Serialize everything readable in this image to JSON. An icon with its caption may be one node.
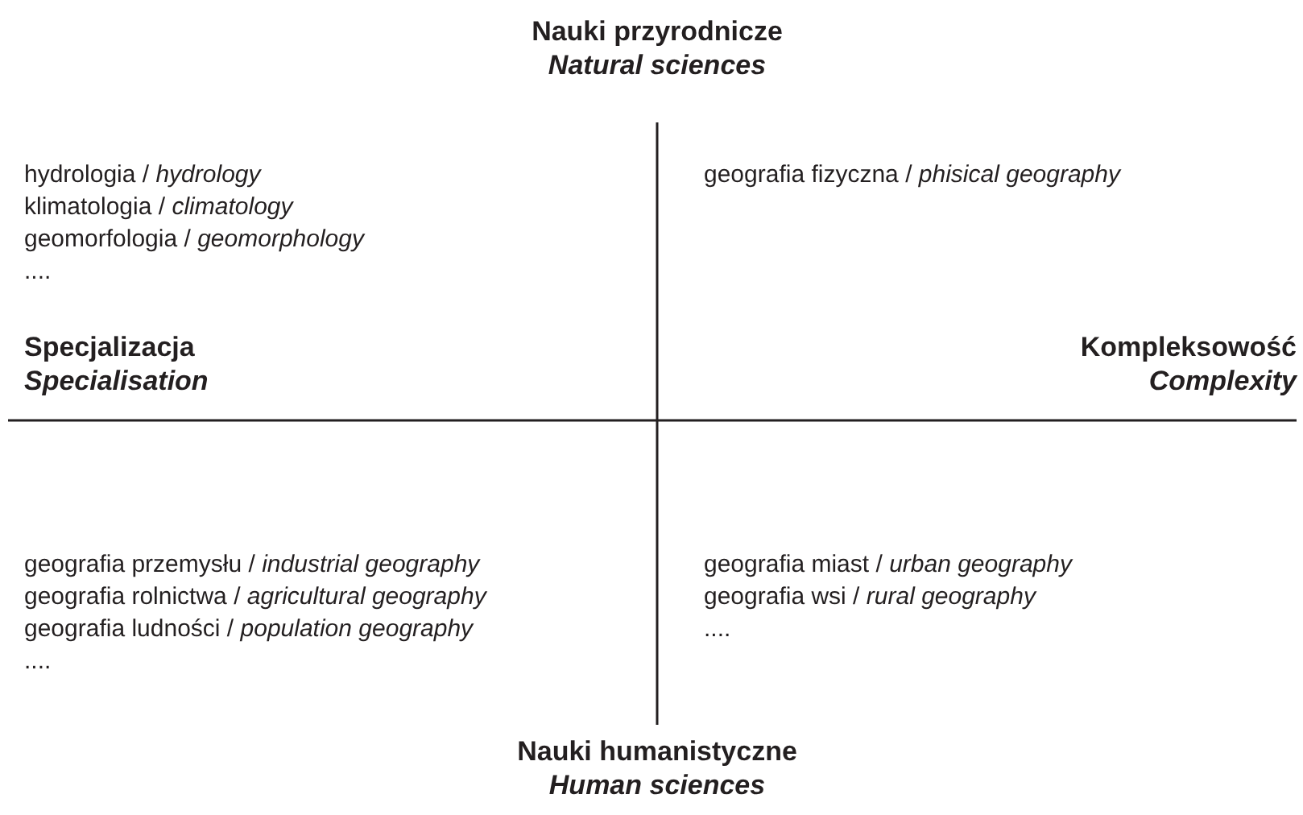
{
  "diagram": {
    "labels": [
      "Nauki przyrodnicze",
      "Natural sciences",
      "hydrologia / *hydrology*",
      "klimatologia / *climatology*",
      "geomorfologia / *geomorphology*",
      "....",
      "geografia fizyczna / *phisical geography*",
      "Specjalizacja",
      "Specialisation",
      "Kompleksowość",
      "Complexity",
      "geografia przemysłu / *industrial geography*",
      "geografia rolnictwa / *agricultural geography*",
      "geografia ludności / *population geography*",
      "....",
      "geografia miast / *urban geography*",
      "geografia wsi / *rural geography*",
      "....",
      "Nauki humanistyczne",
      "Human sciences"
    ]
  }
}
